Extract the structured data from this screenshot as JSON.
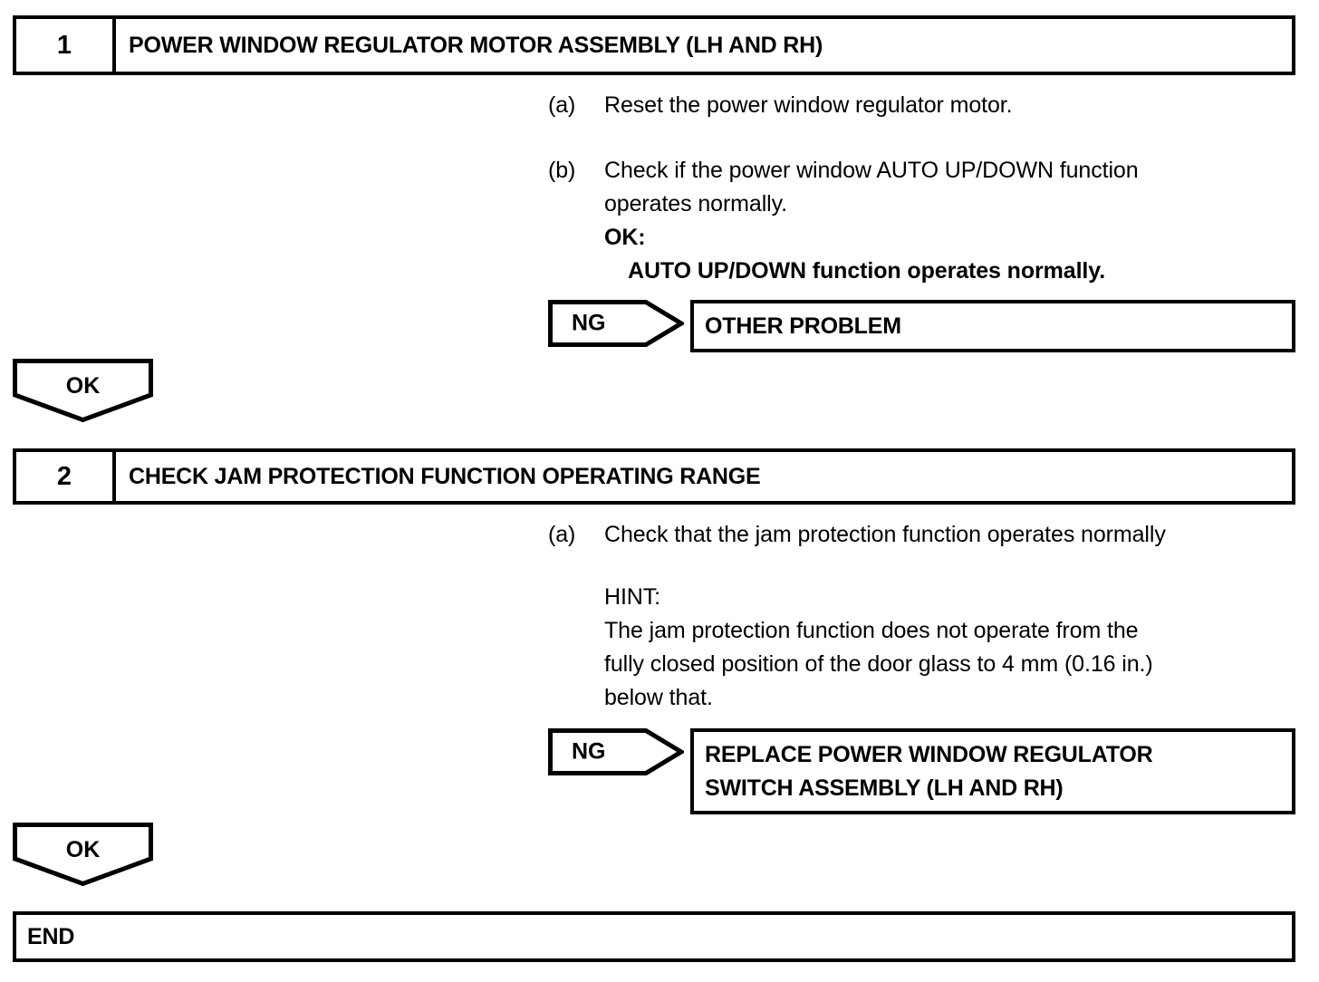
{
  "document": {
    "type": "diagnostic-flowchart",
    "title": "Power Window Regulator Motor Diagnostic Procedure"
  },
  "steps": [
    {
      "number": "1",
      "title": "POWER WINDOW REGULATOR MOTOR ASSEMBLY (LH AND RH)",
      "items": [
        {
          "marker": "(a)",
          "lines": [
            "Reset the power window regulator motor."
          ]
        },
        {
          "marker": "(b)",
          "lines": [
            "Check if the power window AUTO UP/DOWN function",
            "operates normally."
          ],
          "ok_label": "OK:",
          "ok_text": "AUTO UP/DOWN function operates normally."
        }
      ],
      "ng": {
        "label": "NG",
        "result_lines": [
          "OTHER PROBLEM"
        ]
      },
      "ok": {
        "label": "OK"
      }
    },
    {
      "number": "2",
      "title": "CHECK JAM PROTECTION FUNCTION OPERATING RANGE",
      "items": [
        {
          "marker": "(a)",
          "lines": [
            "Check that the jam protection function operates normally"
          ]
        }
      ],
      "hint": {
        "label": "HINT:",
        "lines": [
          "The jam protection function does not operate from the",
          "fully closed position of the door glass to 4 mm (0.16 in.)",
          "below that."
        ]
      },
      "ng": {
        "label": "NG",
        "result_lines": [
          "REPLACE POWER WINDOW REGULATOR",
          "SWITCH ASSEMBLY (LH AND RH)"
        ]
      },
      "ok": {
        "label": "OK"
      }
    }
  ],
  "end": {
    "label": "END"
  },
  "colors": {
    "ink": "#000000",
    "paper": "#ffffff"
  }
}
